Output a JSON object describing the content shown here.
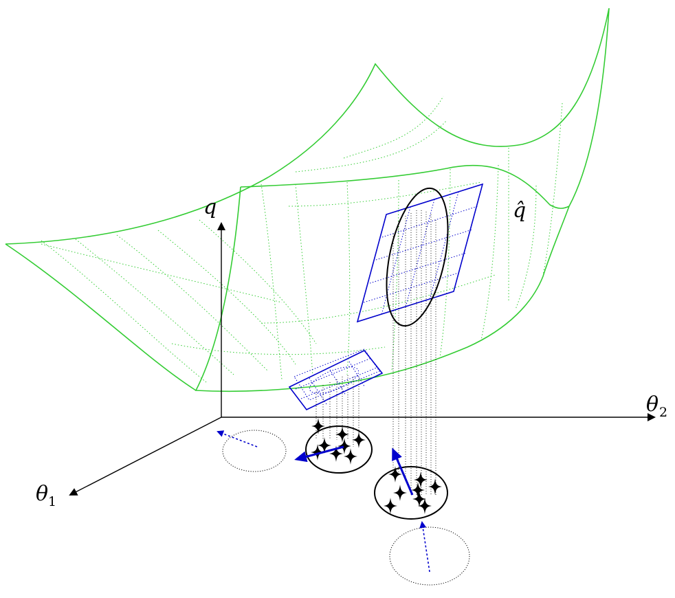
{
  "labels": {
    "q_axis": "q",
    "q_hat": "q̂",
    "theta_symbol": "θ",
    "theta2_subscript": "2",
    "theta1_subscript": "1"
  },
  "colors": {
    "surface": "#33cc33",
    "tangent_plane": "#0000cc",
    "samples": "#000000",
    "gradient_arrow": "#0000cc"
  },
  "sample_clusters": [
    {
      "name": "cluster-current",
      "sample_count": 8
    },
    {
      "name": "cluster-next",
      "sample_count": 8
    }
  ]
}
